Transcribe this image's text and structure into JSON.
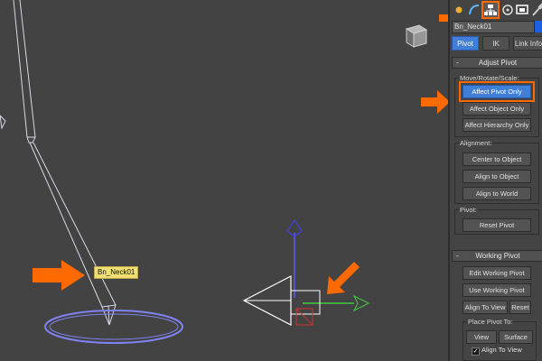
{
  "viewport": {
    "bone_label": "Bn_Neck01"
  },
  "command_panel": {
    "tabs": [
      {
        "name": "create",
        "icon": "sun-icon"
      },
      {
        "name": "modify",
        "icon": "modify-arc-icon"
      },
      {
        "name": "hierarchy",
        "icon": "hierarchy-icon",
        "active": true
      },
      {
        "name": "motion",
        "icon": "motion-icon"
      },
      {
        "name": "display",
        "icon": "display-icon"
      },
      {
        "name": "utilities",
        "icon": "hammer-icon"
      }
    ],
    "object_name": "Bn_Neck01",
    "object_color": "#1d5fe0",
    "subtabs": [
      "Pivot",
      "IK",
      "Link Info"
    ],
    "active_subtab": "Pivot",
    "adjust_pivot": {
      "title": "Adjust Pivot",
      "collapse_glyph": "-",
      "move_rotate_scale_label": "Move/Rotate/Scale:",
      "affect_pivot_only": "Affect Pivot Only",
      "affect_object_only": "Affect Object Only",
      "affect_hierarchy_only": "Affect Hierarchy Only",
      "alignment_label": "Alignment:",
      "center_to_object": "Center to Object",
      "align_to_object": "Align to Object",
      "align_to_world": "Align to World",
      "pivot_label": "Pivot:",
      "reset_pivot": "Reset Pivot"
    },
    "working_pivot": {
      "title": "Working Pivot",
      "collapse_glyph": "-",
      "edit_working_pivot": "Edit Working Pivot",
      "use_working_pivot": "Use Working Pivot",
      "align_to_view": "Align To View",
      "reset": "Reset",
      "place_pivot_to_label": "Place Pivot To:",
      "view": "View",
      "surface": "Surface",
      "align_to_view_checkbox": "Align To View",
      "align_to_view_checked": true
    }
  },
  "colors": {
    "accent_orange": "#ff6a00",
    "active_blue": "#3f7fd8"
  }
}
